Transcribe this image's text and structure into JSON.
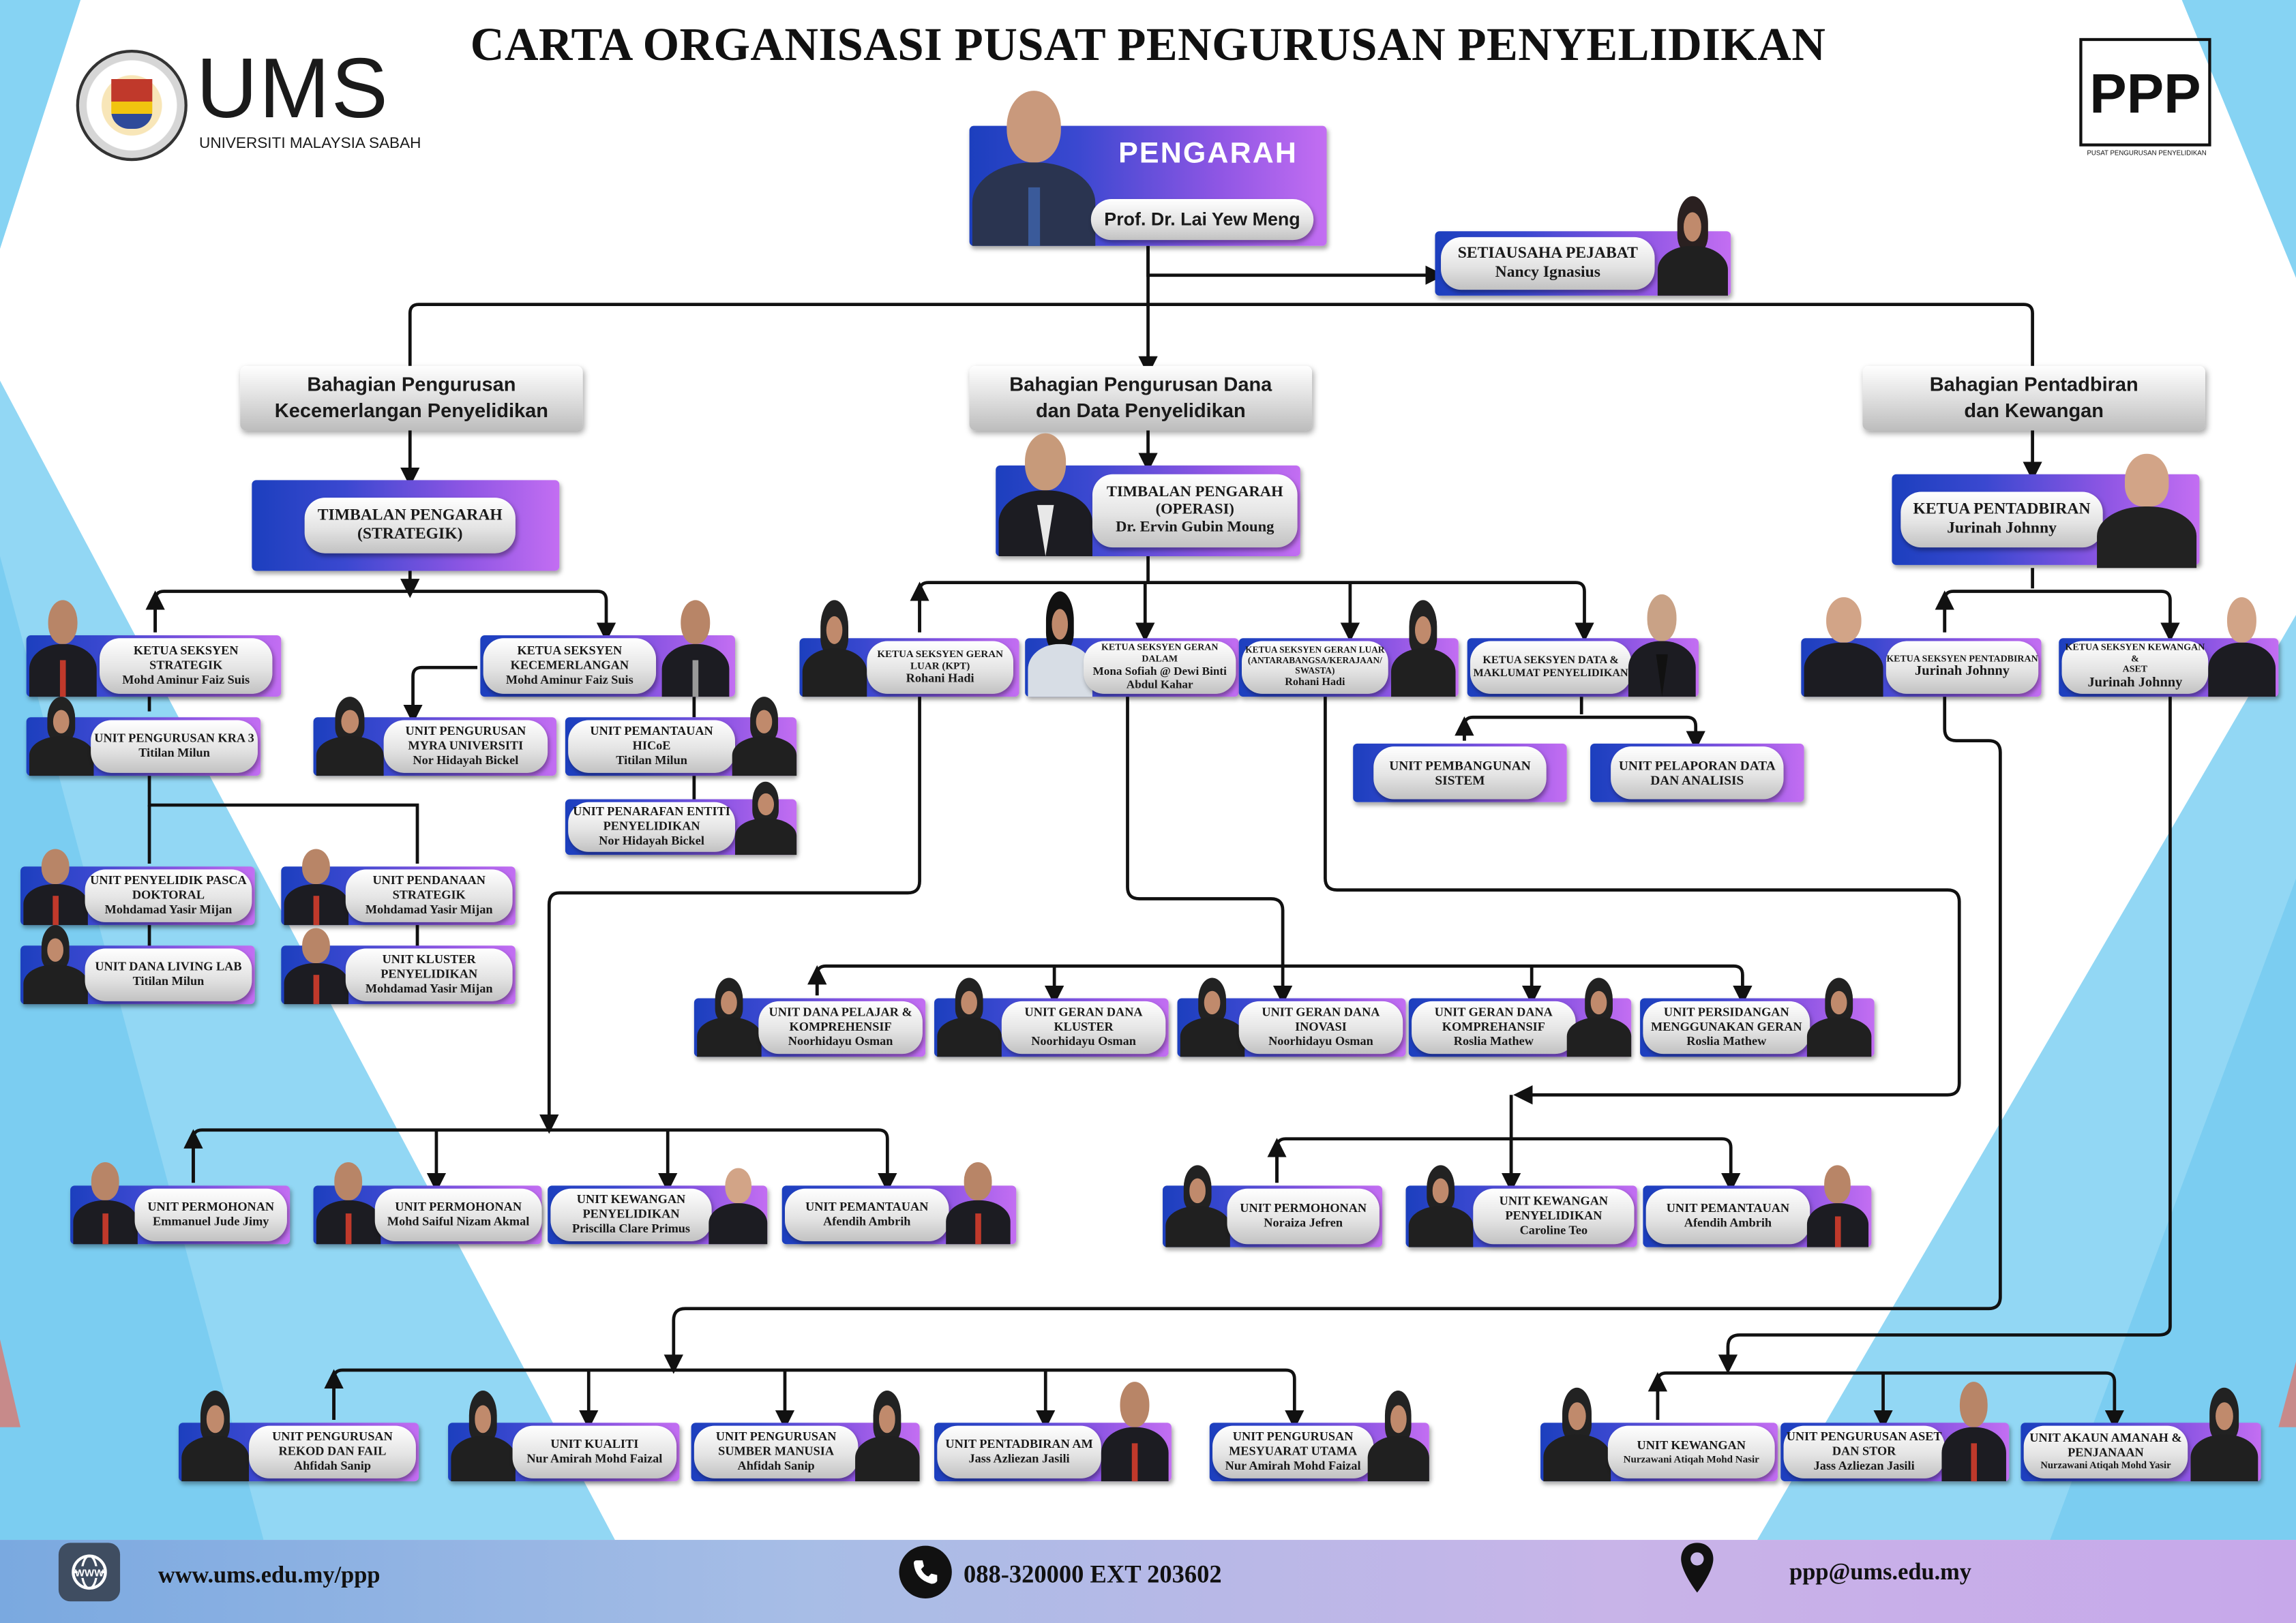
{
  "title": "CARTA ORGANISASI PUSAT PENGURUSAN PENYELIDIKAN",
  "logos": {
    "ums_text": "UMS",
    "ums_subtitle": "UNIVERSITI MALAYSIA SABAH",
    "ppp_text": "PPP",
    "ppp_subtitle": "PUSAT PENGURUSAN PENYELIDIKAN"
  },
  "director": {
    "role": "PENGARAH",
    "name": "Prof. Dr. Lai Yew Meng"
  },
  "secretary": {
    "role": "SETIAUSAHA PEJABAT",
    "name": "Nancy Ignasius"
  },
  "divisions": [
    {
      "line1": "Bahagian Pengurusan",
      "line2": "Kecemerlangan Penyelidikan"
    },
    {
      "line1": "Bahagian Pengurusan Dana",
      "line2": "dan Data Penyelidikan"
    },
    {
      "line1": "Bahagian Pentadbiran",
      "line2": "dan Kewangan"
    }
  ],
  "deputies": [
    {
      "l1": "TIMBALAN PENGARAH",
      "l2": "(STRATEGIK)"
    },
    {
      "l1": "TIMBALAN PENGARAH",
      "l2": "(OPERASI)",
      "l3": "Dr. Ervin Gubin Moung"
    },
    {
      "l1": "KETUA PENTADBIRAN",
      "l2": "Jurinah Johnny"
    }
  ],
  "units": [
    {
      "l1": "KETUA SEKSYEN",
      "l2": "STRATEGIK",
      "l3": "Mohd Aminur Faiz Suis"
    },
    {
      "l1": "KETUA SEKSYEN",
      "l2": "KECEMERLANGAN",
      "l3": "Mohd Aminur Faiz Suis"
    },
    {
      "l1": "UNIT PENGURUSAN KRA 3",
      "l2": "Titilan Milun"
    },
    {
      "l1": "UNIT PENGURUSAN",
      "l2": "MYRA UNIVERSITI",
      "l3": "Nor Hidayah Bickel"
    },
    {
      "l1": "UNIT PEMANTAUAN",
      "l2": "HICoE",
      "l3": "Titilan Milun"
    },
    {
      "l1": "UNIT PENARAFAN ENTITI",
      "l2": "PENYELIDIKAN",
      "l3": "Nor Hidayah Bickel"
    },
    {
      "l1": "UNIT PENYELIDIK PASCA",
      "l2": "DOKTORAL",
      "l3": "Mohdamad Yasir Mijan"
    },
    {
      "l1": "UNIT PENDANAAN",
      "l2": "STRATEGIK",
      "l3": "Mohdamad Yasir Mijan"
    },
    {
      "l1": "UNIT DANA LIVING LAB",
      "l2": "Titilan Milun"
    },
    {
      "l1": "UNIT KLUSTER",
      "l2": "PENYELIDIKAN",
      "l3": "Mohdamad Yasir Mijan"
    },
    {
      "l1": "KETUA SEKSYEN GERAN",
      "l2": "LUAR (KPT)",
      "l3": "Rohani Hadi"
    },
    {
      "l1": "KETUA SEKSYEN GERAN DALAM",
      "l2": "Mona Sofiah @ Dewi Binti",
      "l3": "Abdul Kahar"
    },
    {
      "l1": "KETUA SEKSYEN GERAN LUAR",
      "l2": "(ANTARABANGSA/KERAJAAN/",
      "l3": "SWASTA)",
      "l4": "Rohani Hadi"
    },
    {
      "l1": "KETUA  SEKSYEN DATA &",
      "l2": "MAKLUMAT PENYELIDIKAN"
    },
    {
      "l1": "UNIT PEMBANGUNAN",
      "l2": "SISTEM"
    },
    {
      "l1": "UNIT PELAPORAN DATA",
      "l2": "DAN ANALISIS"
    },
    {
      "l1": "KETUA SEKSYEN PENTADBIRAN",
      "l2": "Jurinah Johnny"
    },
    {
      "l1": "KETUA SEKSYEN KEWANGAN &",
      "l2": "ASET",
      "l3": "Jurinah Johnny"
    },
    {
      "l1": "UNIT DANA PELAJAR &",
      "l2": "KOMPREHENSIF",
      "l3": "Noorhidayu Osman"
    },
    {
      "l1": "UNIT GERAN DANA",
      "l2": "KLUSTER",
      "l3": "Noorhidayu Osman"
    },
    {
      "l1": "UNIT GERAN DANA",
      "l2": "INOVASI",
      "l3": "Noorhidayu Osman"
    },
    {
      "l1": "UNIT GERAN DANA",
      "l2": "KOMPREHANSIF",
      "l3": "Roslia Mathew"
    },
    {
      "l1": "UNIT PERSIDANGAN",
      "l2": "MENGGUNAKAN GERAN",
      "l3": "Roslia Mathew"
    },
    {
      "l1": "UNIT PERMOHONAN",
      "l2": "Emmanuel Jude Jimy"
    },
    {
      "l1": "UNIT PERMOHONAN",
      "l2": "Mohd Saiful Nizam Akmal"
    },
    {
      "l1": "UNIT KEWANGAN",
      "l2": "PENYELIDIKAN",
      "l3": "Priscilla Clare Primus"
    },
    {
      "l1": "UNIT PEMANTAUAN",
      "l2": "Afendih Ambrih"
    },
    {
      "l1": "UNIT PERMOHONAN",
      "l2": "Noraiza Jefren"
    },
    {
      "l1": "UNIT KEWANGAN",
      "l2": "PENYELIDIKAN",
      "l3": "Caroline Teo"
    },
    {
      "l1": "UNIT PEMANTAUAN",
      "l2": "Afendih Ambrih"
    },
    {
      "l1": "UNIT PENGURUSAN",
      "l2": "REKOD DAN FAIL",
      "l3": "Ahfidah Sanip"
    },
    {
      "l1": "UNIT KUALITI",
      "l2": "Nur Amirah Mohd Faizal"
    },
    {
      "l1": "UNIT PENGURUSAN",
      "l2": "SUMBER MANUSIA",
      "l3": "Ahfidah Sanip"
    },
    {
      "l1": "UNIT PENTADBIRAN AM",
      "l2": "Jass Azliezan Jasili"
    },
    {
      "l1": "UNIT PENGURUSAN",
      "l2": "MESYUARAT UTAMA",
      "l3": "Nur Amirah Mohd Faizal"
    },
    {
      "l1": "UNIT KEWANGAN",
      "l2": "Nurzawani Atiqah Mohd Nasir"
    },
    {
      "l1": "UNIT PENGURUSAN ASET",
      "l2": "DAN STOR",
      "l3": "Jass Azliezan Jasili"
    },
    {
      "l1": "UNIT AKAUN AMANAH &",
      "l2": "PENJANAAN",
      "l3": "Nurzawani Atiqah Mohd Yasir"
    }
  ],
  "footer": {
    "website": "www.ums.edu.my/ppp",
    "phone": "088-320000 EXT 203602",
    "email": "ppp@ums.edu.my",
    "icons": [
      "web-icon",
      "phone-icon",
      "location-pin-icon"
    ]
  },
  "colors": {
    "card_gradient_start": "#1c3fbe",
    "card_gradient_end": "#c36ef2",
    "background_accent": "#7fd0f0",
    "footer_start": "#7aa9e0",
    "footer_end": "#c7a8ea"
  }
}
